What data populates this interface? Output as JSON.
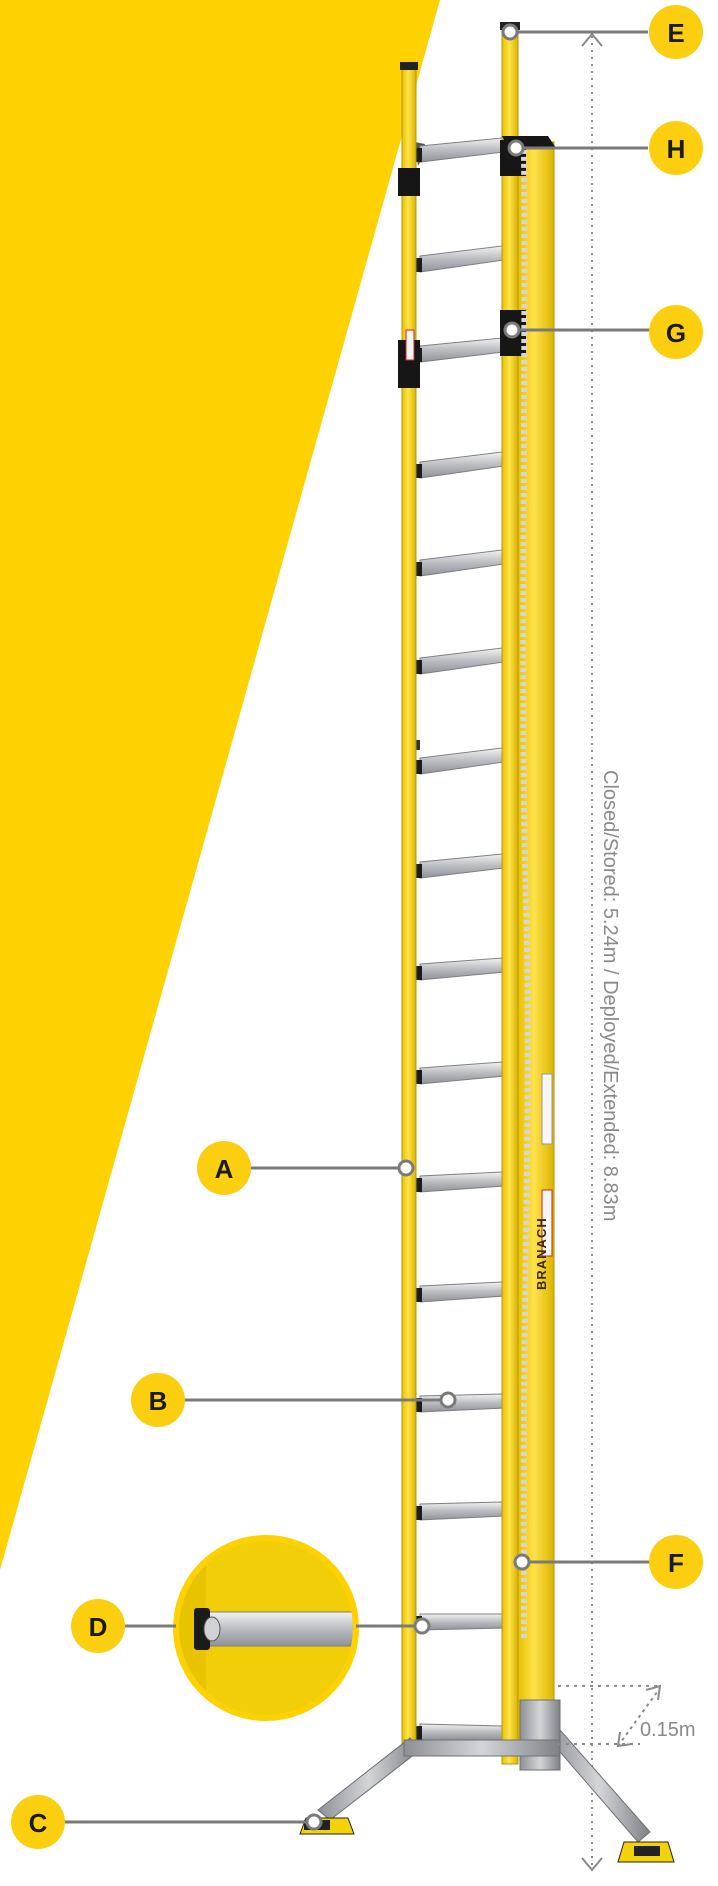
{
  "labels": {
    "a": "A",
    "b": "B",
    "c": "C",
    "d": "D",
    "e": "E",
    "f": "F",
    "g": "G",
    "h": "H"
  },
  "dimension_text": "Closed/Stored: 5.24m / Deployed/Extended: 8.83m",
  "stabiliser_width": "0.15m",
  "brand": "BRANACH",
  "colors": {
    "accent_yellow": "#FDD200",
    "ladder_yellow": "#F4D20A",
    "badge_yellow": "#FBCF0F",
    "leader_grey": "#7a7a7a"
  }
}
